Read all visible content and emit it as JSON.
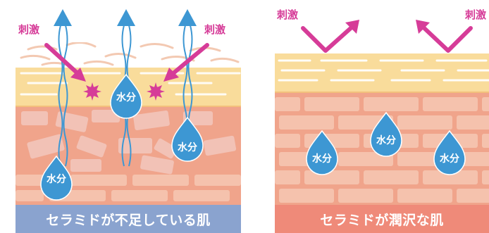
{
  "colors": {
    "accent": "#d63c98",
    "water": "#3d97d3",
    "skin_base": "#f0a48b",
    "stratum_corneum": "#f9dc9b",
    "caption_left_bg": "#8aa3cf",
    "caption_right_bg": "#ef8a79"
  },
  "left_panel": {
    "caption": "セラミドが不足している肌",
    "irritation_labels": [
      "刺激",
      "刺激"
    ],
    "water_labels": [
      "水分",
      "水分",
      "水分"
    ]
  },
  "right_panel": {
    "caption": "セラミドが潤沢な肌",
    "irritation_labels": [
      "刺激",
      "刺激"
    ],
    "water_labels": [
      "水分",
      "水分",
      "水分"
    ]
  }
}
